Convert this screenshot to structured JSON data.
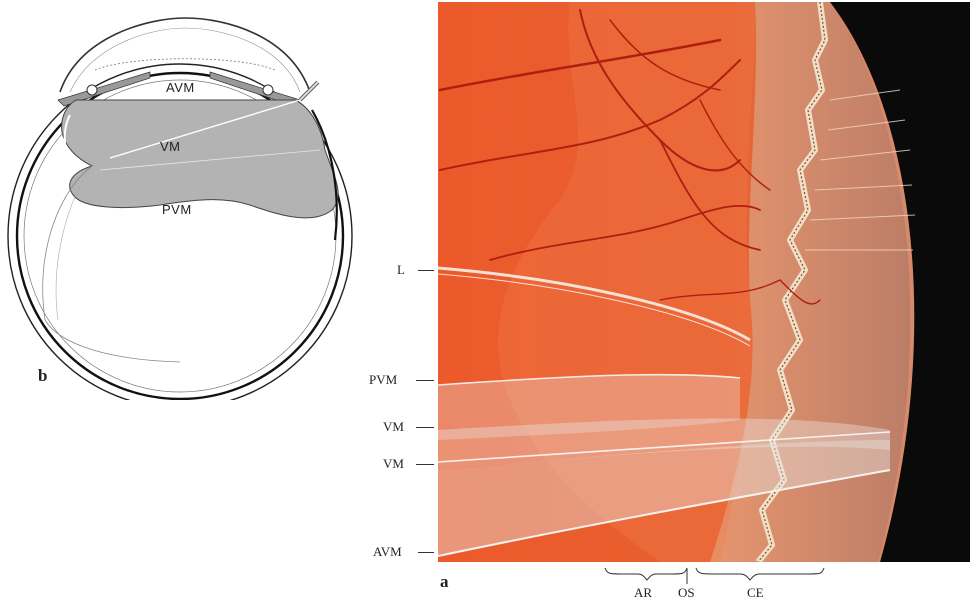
{
  "panel_b": {
    "letter": "b",
    "labels": {
      "avm": "AVM",
      "vm": "VM",
      "pvm": "PVM"
    }
  },
  "panel_a": {
    "letter": "a",
    "left_labels": {
      "l": "L",
      "pvm": "PVM",
      "vm1": "VM",
      "vm2": "VM",
      "avm": "AVM"
    },
    "bottom_labels": {
      "ar": "AR",
      "os": "OS",
      "ce": "CE"
    }
  },
  "colors": {
    "fundus_orange": "#e8542a",
    "fundus_dark": "#c9371c",
    "gray_fill": "#b3b3b3",
    "black": "#0a0a0a"
  }
}
